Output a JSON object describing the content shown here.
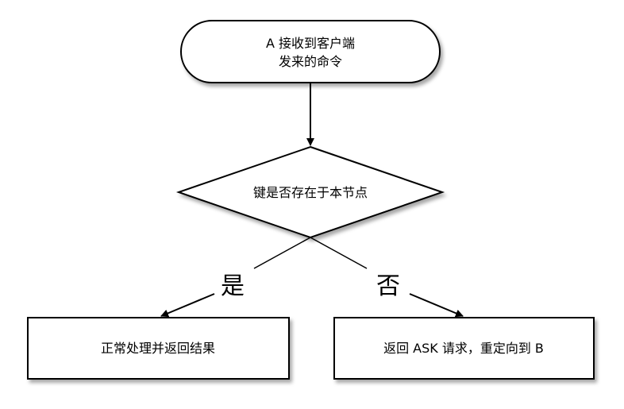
{
  "diagram": {
    "start": {
      "line1": "A 接收到客户端",
      "line2": "发来的命令"
    },
    "decision": {
      "label": "键是否存在于本节点"
    },
    "yes_label": "是",
    "no_label": "否",
    "yes_result": {
      "label": "正常处理并返回结果"
    },
    "no_result": {
      "label": "返回 ASK 请求，重定向到 B"
    }
  }
}
